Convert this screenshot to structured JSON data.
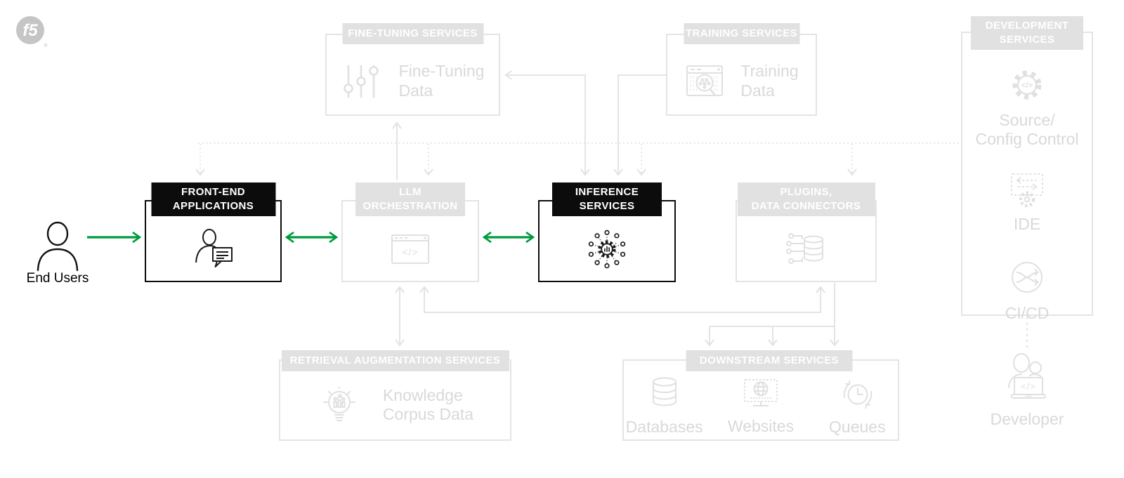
{
  "brand": {
    "logo": "f5",
    "registered": "®"
  },
  "palette": {
    "green": "#009b3c",
    "inactive_gray": "#e3e3e3",
    "active_black": "#0c0c0c"
  },
  "icon_glyphs": {
    "code": "</>"
  },
  "nodes": {
    "fine_tuning": {
      "header": "FINE-TUNING SERVICES",
      "label": "Fine-Tuning\nData",
      "icon": "sliders-icon",
      "state": "inactive"
    },
    "training": {
      "header": "TRAINING SERVICES",
      "label": "Training\nData",
      "icon": "data-table-search-icon",
      "state": "inactive"
    },
    "development": {
      "header": "DEVELOPMENT\nSERVICES",
      "state": "inactive",
      "items": [
        {
          "label": "Source/\nConfig Control",
          "icon": "gear-code-icon"
        },
        {
          "label": "IDE",
          "icon": "ide-icon"
        },
        {
          "label": "CI/CD",
          "icon": "cicd-icon"
        }
      ]
    },
    "front_end": {
      "header": "FRONT-END\nAPPLICATIONS",
      "icon": "user-chat-icon",
      "state": "active"
    },
    "llm_orchestration": {
      "header": "LLM\nORCHESTRATION",
      "icon": "browser-code-icon",
      "state": "inactive"
    },
    "inference": {
      "header": "INFERENCE\nSERVICES",
      "icon": "ai-gear-hub-icon",
      "state": "active"
    },
    "plugins": {
      "header": "PLUGINS,\nDATA CONNECTORS",
      "icon": "data-connector-icon",
      "state": "inactive"
    },
    "retrieval": {
      "header": "RETRIEVAL AUGMENTATION SERVICES",
      "label": "Knowledge\nCorpus Data",
      "icon": "bulb-chart-icon",
      "state": "inactive"
    },
    "downstream": {
      "header": "DOWNSTREAM SERVICES",
      "state": "inactive",
      "items": [
        {
          "label": "Databases",
          "icon": "database-icon"
        },
        {
          "label": "Websites",
          "icon": "website-icon"
        },
        {
          "label": "Queues",
          "icon": "queue-clock-icon"
        }
      ]
    },
    "end_users": {
      "label": "End Users",
      "icon": "person-icon"
    },
    "developer": {
      "label": "Developer",
      "icon": "developer-icon"
    }
  },
  "edges": [
    {
      "from": "end_users",
      "to": "front_end",
      "style": "green-solid",
      "direction": "one-way"
    },
    {
      "from": "front_end",
      "to": "llm_orchestration",
      "style": "green-solid",
      "direction": "two-way"
    },
    {
      "from": "llm_orchestration",
      "to": "inference",
      "style": "green-solid",
      "direction": "two-way"
    },
    {
      "from": "llm_orchestration",
      "to": "fine_tuning",
      "style": "gray-solid",
      "direction": "one-way"
    },
    {
      "from": "inference",
      "to": "fine_tuning",
      "style": "gray-solid",
      "direction": "two-way"
    },
    {
      "from": "training",
      "to": "inference",
      "style": "gray-solid",
      "direction": "one-way"
    },
    {
      "from": "llm_orchestration",
      "to": "retrieval",
      "style": "gray-solid",
      "direction": "two-way"
    },
    {
      "from": "llm_orchestration",
      "to": "plugins",
      "style": "gray-solid",
      "direction": "two-way"
    },
    {
      "from": "plugins",
      "to": "downstream",
      "style": "gray-solid",
      "direction": "one-way"
    },
    {
      "from": "development",
      "to": "front_end",
      "style": "gray-dotted",
      "direction": "one-way"
    },
    {
      "from": "development",
      "to": "llm_orchestration",
      "style": "gray-dotted",
      "direction": "one-way"
    },
    {
      "from": "development",
      "to": "inference",
      "style": "gray-dotted",
      "direction": "one-way"
    },
    {
      "from": "development",
      "to": "plugins",
      "style": "gray-dotted",
      "direction": "one-way"
    },
    {
      "from": "development",
      "to": "developer",
      "style": "gray-dotted",
      "direction": "none"
    }
  ]
}
